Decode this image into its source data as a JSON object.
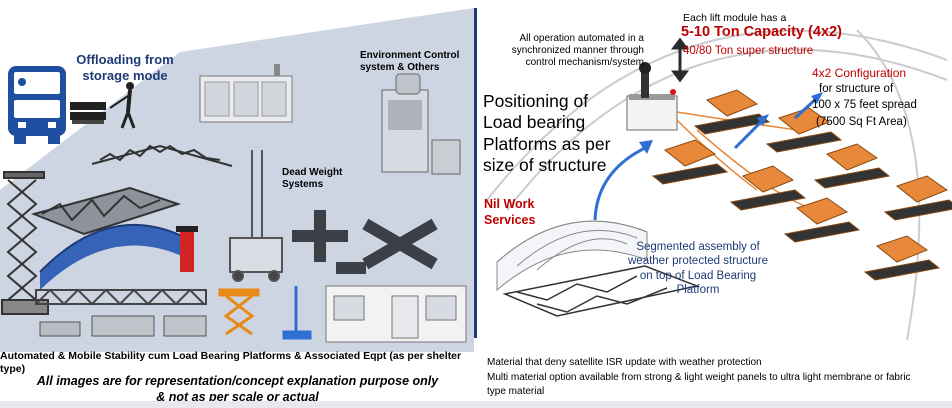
{
  "left": {
    "offloading_title": "Offloading from storage mode",
    "environment_title": "Environment Control system & Others",
    "dead_weight_title": "Dead Weight Systems",
    "caption": "Automated & Mobile Stability cum Load Bearing Platforms & Associated Eqpt (as per shelter type)",
    "disclaimer_line1": "All images are for representation/concept explanation purpose only",
    "disclaimer_line2": "& not as per scale or actual"
  },
  "right": {
    "all_operation": "All operation automated in a synchronized manner through control mechanism/system",
    "each_lift": "Each lift module has a",
    "capacity": "5-10 Ton Capacity (4x2)",
    "super_structure": "40/80 Ton super structure",
    "configuration": "4x2 Configuration",
    "structure_for": "for structure of",
    "spread": "100 x 75 feet spread",
    "area": "(7500 Sq Ft Area)",
    "positioning": "Positioning of Load bearing Platforms as per size of structure",
    "nil_work": "Nil Work Services",
    "segmented": "Segmented assembly of weather protected structure on top of Load Bearing Platform",
    "material_1": "Material that deny satellite ISR update with weather protection",
    "material_2": "Multi material option available from strong & light weight panels to ultra light membrane or fabric type material"
  },
  "colors": {
    "panel_bg": "#cdd5e3",
    "accent_blue": "#1f3b78",
    "capacity_red": "#c00000",
    "platform_orange": "#e8883a",
    "arrow_blue": "#2e6fd1"
  }
}
